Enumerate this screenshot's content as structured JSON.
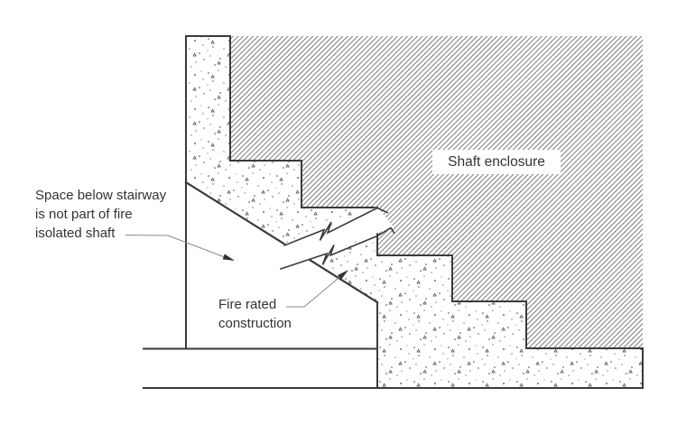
{
  "labels": {
    "shaft_enclosure": "Shaft enclosure",
    "space_below": {
      "line1": "Space below stairway",
      "line2": "is not part of fire",
      "line3": "isolated shaft"
    },
    "fire_rated": {
      "line1": "Fire rated",
      "line2": "construction"
    }
  },
  "colors": {
    "background": "#ffffff",
    "outline": "#3a3a3a",
    "hatch_line": "#6d6d6d",
    "stipple": "#404040",
    "leader": "#8a8a8a",
    "arrow": "#333333",
    "text": "#333333",
    "band_fill": "#ffffff"
  }
}
